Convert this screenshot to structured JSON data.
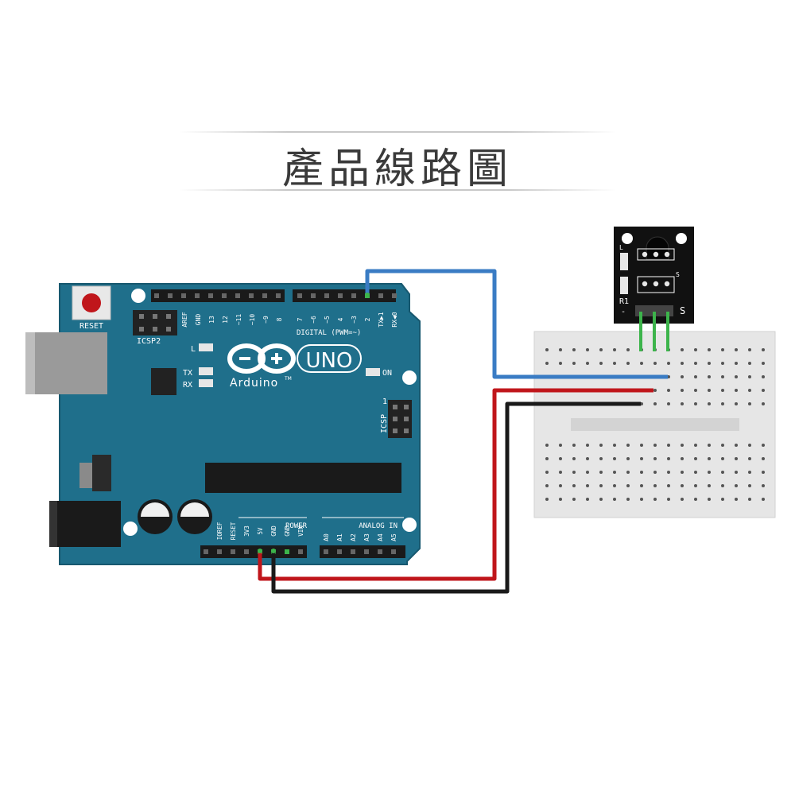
{
  "title": "產品線路圖",
  "board": {
    "reset_label": "RESET",
    "icsp2_label": "ICSP2",
    "icsp_label": "ICSP",
    "icsp_pin_one": "1",
    "led_l": "L",
    "led_tx": "TX",
    "led_rx": "RX",
    "led_on": "ON",
    "brand": "Arduino",
    "brand_tm": "TM",
    "model": "UNO",
    "digital_label": "DIGITAL (PWM=~)",
    "digital_pins": [
      "AREF",
      "GND",
      "13",
      "12",
      "~11",
      "~10",
      "~9",
      "8",
      "7",
      "~6",
      "~5",
      "4",
      "~3",
      "2",
      "TX▶1",
      "RX◀0"
    ],
    "power_label": "POWER",
    "power_pins": [
      "IOREF",
      "RESET",
      "3V3",
      "5V",
      "GND",
      "GND",
      "VIN"
    ],
    "analog_label": "ANALOG IN",
    "analog_pins": [
      "A0",
      "A1",
      "A2",
      "A3",
      "A4",
      "A5"
    ]
  },
  "sensor": {
    "label_r1": "R1",
    "label_s_small": "S",
    "label_s_pin": "S",
    "label_minus": "-",
    "label_l": "L"
  },
  "colors": {
    "board": "#1f6f8b",
    "wire_signal": "#3a7cc4",
    "wire_power": "#c0161b",
    "wire_ground": "#1a1a1a",
    "sensor_leg": "#3cb44b",
    "breadboard": "#e6e6e6"
  }
}
